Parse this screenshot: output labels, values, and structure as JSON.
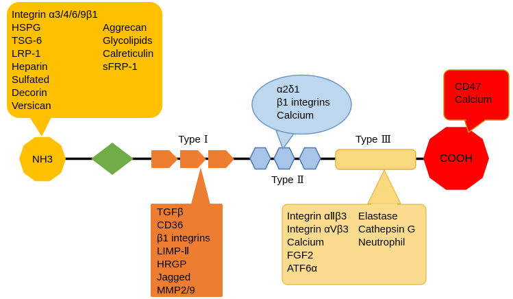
{
  "colors": {
    "background": "#FFFFFF",
    "backbone": "#000000",
    "gold": "#FFC000",
    "green": "#70AD47",
    "orange": "#ED7D31",
    "hex_fill": "#A7C5E8",
    "hex_border": "#4A77AC",
    "oval_fill": "#BDD7EE",
    "oval_border": "#6E96C8",
    "typeiii_fill": "#FBD97E",
    "cream_fill": "#FBDC8E",
    "gold_border": "#E8B43C",
    "red": "#FF0000",
    "red_border": "#D29000",
    "text": "#000000"
  },
  "terminals": {
    "n": "NH3",
    "c": "COOH"
  },
  "domain_labels": {
    "type1": {
      "prefix": "Type",
      "numeral": "Ⅰ"
    },
    "type2": {
      "prefix": "Type",
      "numeral": "Ⅱ"
    },
    "type3": {
      "prefix": "Type",
      "numeral": "Ⅲ"
    }
  },
  "callouts": {
    "n_terminal": {
      "line1": "Integrin α3/4/6/9β1",
      "col1": [
        "HSPG",
        "TSG-6",
        "LRP-1",
        "Heparin",
        "Sulfated",
        "Decorin",
        "Versican"
      ],
      "col2": [
        "Aggrecan",
        "Glycolipids",
        "Calreticulin",
        "sFRP-1"
      ]
    },
    "type1": {
      "items": [
        "TGFβ",
        "CD36",
        "β1 integrins",
        "LIMP-Ⅱ",
        "HRGP",
        "Jagged",
        "MMP2/9"
      ]
    },
    "type2": {
      "items": [
        "α2δ1",
        "β1 integrins",
        "Calcium"
      ]
    },
    "type3": {
      "col1": [
        "Integrin αⅡβ3",
        "Integrin αVβ3",
        "Calcium",
        "FGF2",
        "ATF6α"
      ],
      "col2": [
        "Elastase",
        "Cathepsin G",
        "Neutrophil"
      ]
    },
    "c_terminal": {
      "items": [
        "CD47",
        "Calcium"
      ]
    }
  }
}
